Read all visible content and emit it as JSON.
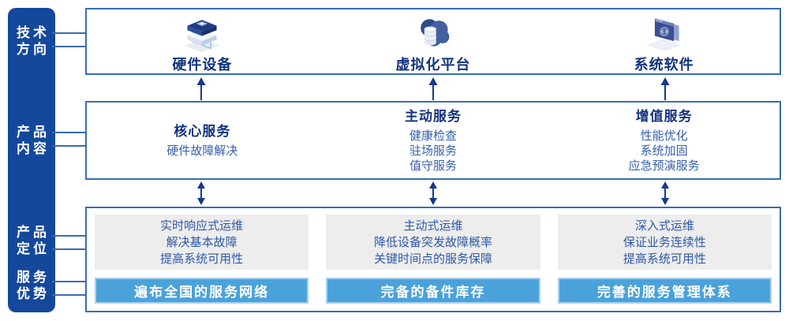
{
  "sidebar": {
    "labels": [
      {
        "line1": "技术",
        "line2": "方向"
      },
      {
        "line1": "产品",
        "line2": "内容"
      },
      {
        "line1": "产品",
        "line2": "定位"
      },
      {
        "line1": "服务",
        "line2": "优势"
      }
    ]
  },
  "tech_row": {
    "items": [
      {
        "label": "硬件设备",
        "icon": "server-stack-icon"
      },
      {
        "label": "虚拟化平台",
        "icon": "cloud-database-icon"
      },
      {
        "label": "系统软件",
        "icon": "code-window-icon"
      }
    ]
  },
  "service_row": {
    "columns": [
      {
        "title": "核心服务",
        "items": [
          "硬件故障解决"
        ]
      },
      {
        "title": "主动服务",
        "items": [
          "健康检查",
          "驻场服务",
          "值守服务"
        ]
      },
      {
        "title": "增值服务",
        "items": [
          "性能优化",
          "系统加固",
          "应急预演服务"
        ]
      }
    ]
  },
  "positioning_row": {
    "columns": [
      {
        "lines": [
          "实时响应式运维",
          "解决基本故障",
          "提高系统可用性"
        ],
        "advantage": "遍布全国的服务网络"
      },
      {
        "lines": [
          "主动式运维",
          "降低设备突发故障概率",
          "关键时间点的服务保障"
        ],
        "advantage": "完备的备件库存"
      },
      {
        "lines": [
          "深入式运维",
          "保证业务连续性",
          "提高系统可用性"
        ],
        "advantage": "完善的服务管理体系"
      }
    ]
  },
  "colors": {
    "sidebar_navy": "#14489B",
    "border_blue": "#3A6CB4",
    "heading_navy": "#12337E",
    "item_blue": "#3660AC",
    "panel_gray": "#EDEDED",
    "banner_blue": "#4BA2DA",
    "banner_border": "#A6D2EF",
    "arrow_navy": "#16398C"
  }
}
